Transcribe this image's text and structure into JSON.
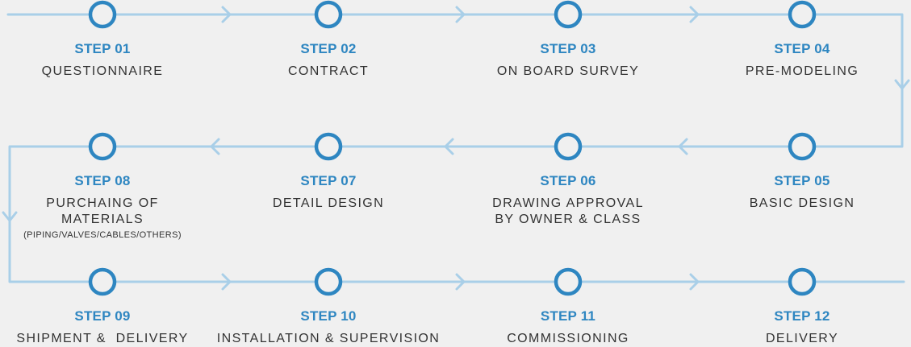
{
  "colors": {
    "line": "#a9cfe8",
    "node": "#2e86c1",
    "step_label": "#2e86c1",
    "text": "#333333",
    "background": "#f0f0f0"
  },
  "steps": [
    {
      "number": "STEP 01",
      "title": "QUESTIONNAIRE",
      "subtitle": ""
    },
    {
      "number": "STEP 02",
      "title": "CONTRACT",
      "subtitle": ""
    },
    {
      "number": "STEP 03",
      "title": "ON BOARD SURVEY",
      "subtitle": ""
    },
    {
      "number": "STEP 04",
      "title": "PRE-MODELING",
      "subtitle": ""
    },
    {
      "number": "STEP 05",
      "title": "BASIC DESIGN",
      "subtitle": ""
    },
    {
      "number": "STEP 06",
      "title": "DRAWING APPROVAL\nBY OWNER & CLASS",
      "subtitle": ""
    },
    {
      "number": "STEP 07",
      "title": "DETAIL DESIGN",
      "subtitle": ""
    },
    {
      "number": "STEP 08",
      "title": "PURCHAING OF\nMATERIALS",
      "subtitle": "(PIPING/VALVES/CABLES/OTHERS)"
    },
    {
      "number": "STEP 09",
      "title": "SHIPMENT &  DELIVERY",
      "subtitle": ""
    },
    {
      "number": "STEP 10",
      "title": "INSTALLATION & SUPERVISION",
      "subtitle": ""
    },
    {
      "number": "STEP 11",
      "title": "COMMISSIONING",
      "subtitle": ""
    },
    {
      "number": "STEP 12",
      "title": "DELIVERY",
      "subtitle": ""
    }
  ]
}
